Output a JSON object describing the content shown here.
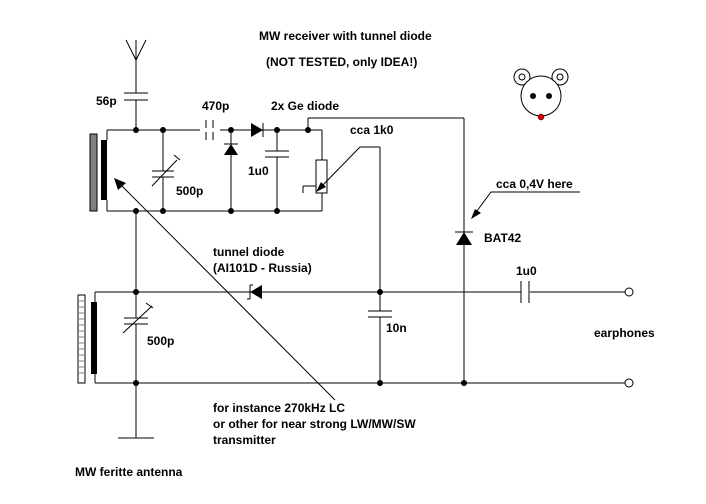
{
  "title": "MW receiver with tunnel diode",
  "subtitle": "(NOT TESTED, only IDEA!)",
  "labels": {
    "c_antenna": "56p",
    "c_series": "470p",
    "ge_diodes": "2x Ge diode",
    "pot": "cca 1k0",
    "c_var1": "500p",
    "c_filter": "1u0",
    "voltage_note": "cca 0,4V here",
    "bat": "BAT42",
    "tunnel1": "tunnel diode",
    "tunnel2": "(AI101D - Russia)",
    "c_out": "1u0",
    "c_bypass": "10n",
    "earphones": "earphones",
    "c_var2": "500p",
    "note1": "for instance 270kHz LC",
    "note2": "or other for near strong LW/MW/SW",
    "note3": "transmitter",
    "ferrite": "MW feritte antenna"
  },
  "colors": {
    "ink": "#000000",
    "core": "#808080",
    "nose": "#e00000"
  },
  "icons": {
    "mascot": "mouse-face-icon"
  }
}
